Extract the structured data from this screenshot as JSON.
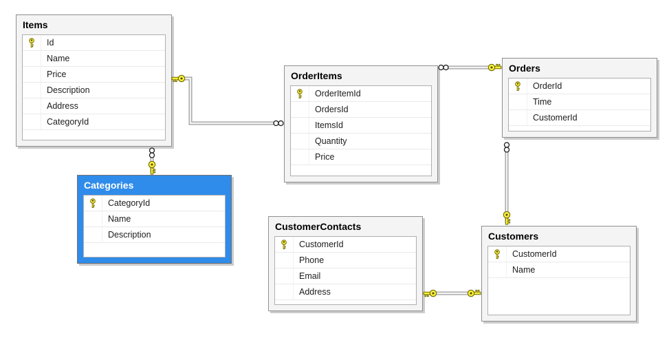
{
  "diagram": {
    "selected_table": "Categories",
    "tables": [
      {
        "id": "items",
        "title": "Items",
        "selected": false,
        "columns": [
          {
            "name": "Id",
            "pk": true
          },
          {
            "name": "Name",
            "pk": false
          },
          {
            "name": "Price",
            "pk": false
          },
          {
            "name": "Description",
            "pk": false
          },
          {
            "name": "Address",
            "pk": false
          },
          {
            "name": "CategoryId",
            "pk": false
          }
        ]
      },
      {
        "id": "categories",
        "title": "Categories",
        "selected": true,
        "columns": [
          {
            "name": "CategoryId",
            "pk": true
          },
          {
            "name": "Name",
            "pk": false
          },
          {
            "name": "Description",
            "pk": false
          }
        ]
      },
      {
        "id": "orderitems",
        "title": "OrderItems",
        "selected": false,
        "columns": [
          {
            "name": "OrderItemId",
            "pk": true
          },
          {
            "name": "OrdersId",
            "pk": false
          },
          {
            "name": "ItemsId",
            "pk": false
          },
          {
            "name": "Quantity",
            "pk": false
          },
          {
            "name": "Price",
            "pk": false
          }
        ]
      },
      {
        "id": "orders",
        "title": "Orders",
        "selected": false,
        "columns": [
          {
            "name": "OrderId",
            "pk": true
          },
          {
            "name": "Time",
            "pk": false
          },
          {
            "name": "CustomerId",
            "pk": false
          }
        ]
      },
      {
        "id": "customercontacts",
        "title": "CustomerContacts",
        "selected": false,
        "columns": [
          {
            "name": "CustomerId",
            "pk": true
          },
          {
            "name": "Phone",
            "pk": false
          },
          {
            "name": "Email",
            "pk": false
          },
          {
            "name": "Address",
            "pk": false
          }
        ]
      },
      {
        "id": "customers",
        "title": "Customers",
        "selected": false,
        "columns": [
          {
            "name": "CustomerId",
            "pk": true
          },
          {
            "name": "Name",
            "pk": false
          }
        ]
      }
    ],
    "relationships": [
      {
        "id": "fk-orderitems-items",
        "one_side": "Items",
        "many_side": "OrderItems"
      },
      {
        "id": "fk-orderitems-orders",
        "one_side": "Orders",
        "many_side": "OrderItems"
      },
      {
        "id": "fk-items-categories",
        "one_side": "Categories",
        "many_side": "Items"
      },
      {
        "id": "fk-orders-customers",
        "one_side": "Customers",
        "many_side": "Orders"
      },
      {
        "id": "fk-customercontacts-customers",
        "one_side": "Customers",
        "other_side": "CustomerContacts",
        "type": "one-to-one"
      }
    ],
    "colors": {
      "selected_header": "#2f8cea",
      "key_fill": "#f8ef3c",
      "key_outline": "#6f6800",
      "table_border": "#8f8f8f",
      "connector": "#9d9d9d"
    }
  }
}
